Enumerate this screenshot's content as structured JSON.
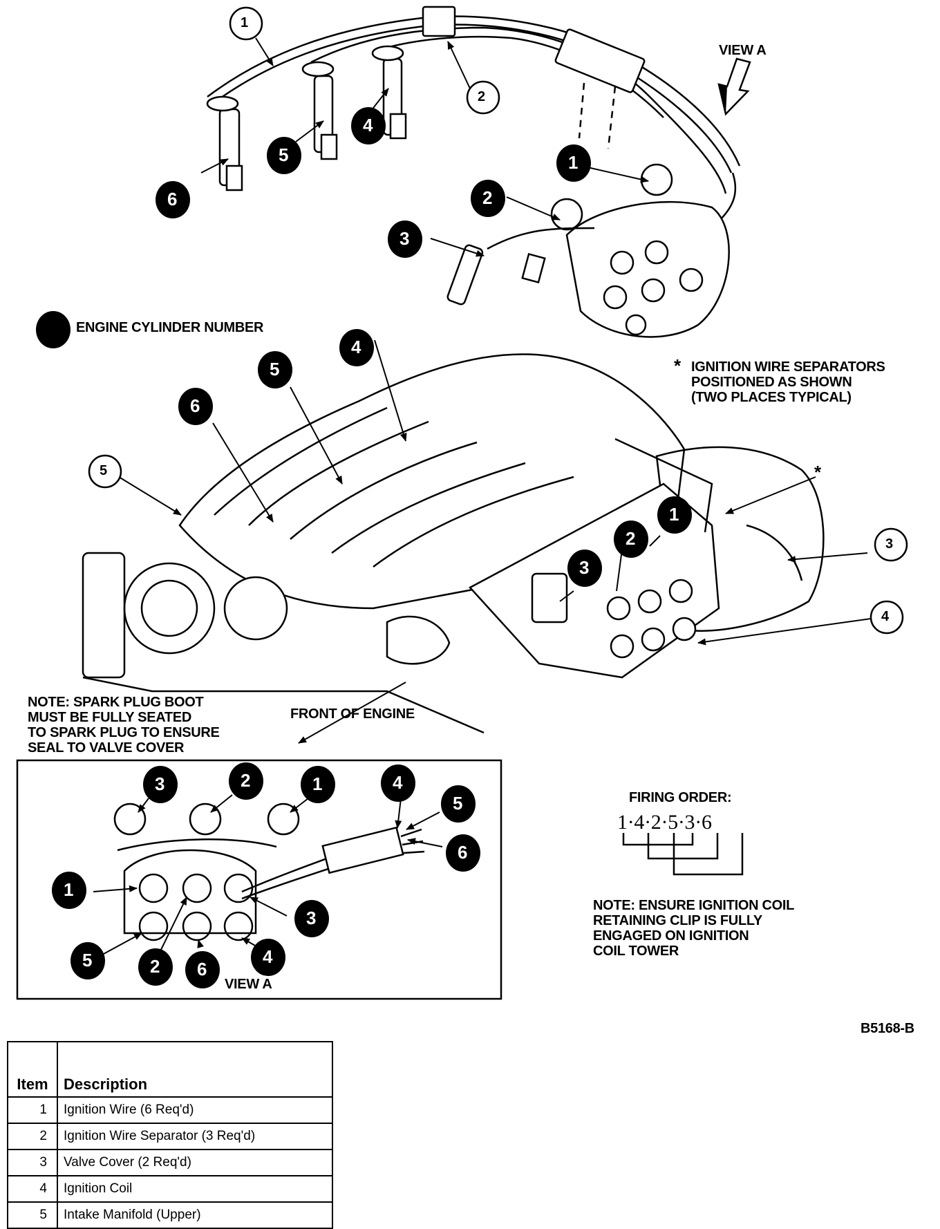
{
  "labels": {
    "view_a_top": "VIEW A",
    "legend": "ENGINE CYLINDER NUMBER",
    "separators_note": "IGNITION WIRE SEPARATORS\nPOSITIONED AS SHOWN\n(TWO PLACES TYPICAL)",
    "asterisk": "*",
    "spark_plug_note": "NOTE: SPARK PLUG BOOT\nMUST BE FULLY SEATED\nTO SPARK PLUG TO ENSURE\nSEAL TO VALVE COVER",
    "front_of_engine": "FRONT OF ENGINE",
    "firing_order_title": "FIRING ORDER:",
    "firing_order": "1·4·2·5·3·6",
    "coil_note": "NOTE: ENSURE IGNITION COIL\nRETAINING CLIP IS FULLY\nENGAGED ON IGNITION\nCOIL TOWER",
    "view_a_inset": "VIEW A",
    "figure_id": "B5168-B"
  },
  "callouts": {
    "c1": "1",
    "c2": "2",
    "c3": "3",
    "c4": "4",
    "c5": "5"
  },
  "cylinders": {
    "one": "1",
    "two": "2",
    "three": "3",
    "four": "4",
    "five": "5",
    "six": "6"
  },
  "table": {
    "header_item": "Item",
    "header_description": "Description",
    "rows": [
      {
        "item": "1",
        "description": "Ignition Wire (6 Req'd)"
      },
      {
        "item": "2",
        "description": "Ignition Wire Separator (3 Req'd)"
      },
      {
        "item": "3",
        "description": "Valve Cover (2 Req'd)"
      },
      {
        "item": "4",
        "description": "Ignition Coil"
      },
      {
        "item": "5",
        "description": "Intake Manifold (Upper)"
      }
    ]
  }
}
